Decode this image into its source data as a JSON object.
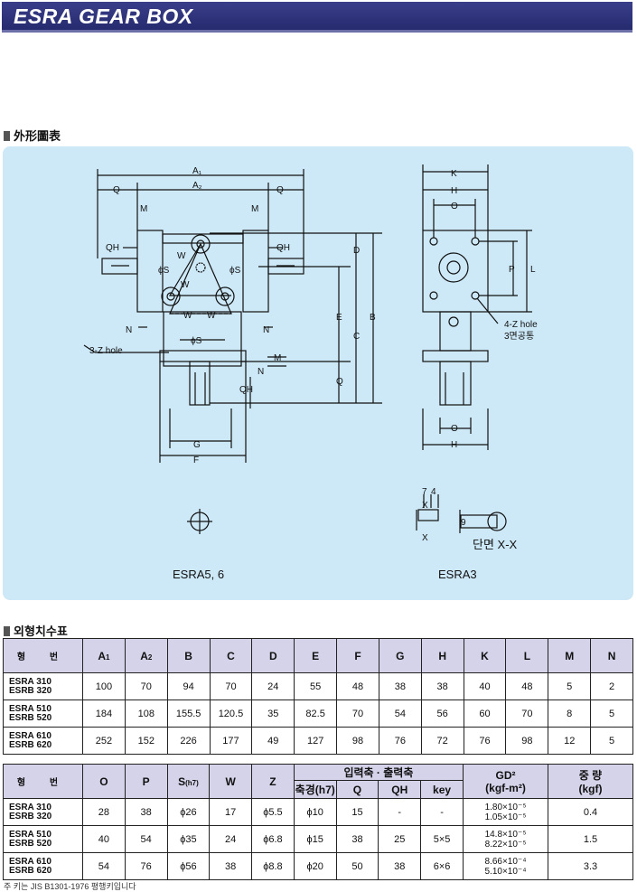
{
  "header": {
    "title": "ESRA GEAR BOX"
  },
  "sections": {
    "outline": "外形圖表",
    "dims_table": "외형치수표"
  },
  "drawing": {
    "left_caption": "ESRA5, 6",
    "right_caption": "ESRA3",
    "section_caption": "단면 X-X",
    "hole_note_left": "3-Z hole",
    "hole_note_right_1": "4-Z hole",
    "hole_note_right_2": "3면공통",
    "labels": {
      "A1": "A₁",
      "A2": "A₂",
      "Q": "Q",
      "M": "M",
      "QH": "QH",
      "W": "W",
      "S": "ϕS",
      "N": "N",
      "D": "D",
      "E": "E",
      "B": "B",
      "C": "C",
      "G": "G",
      "F": "F",
      "K": "K",
      "H": "H",
      "O": "O",
      "P": "P",
      "L": "L",
      "X": "X",
      "dim7": "7",
      "dim4": "4",
      "dim9": "9"
    }
  },
  "table1": {
    "headers": [
      "형 번",
      "A",
      "A",
      "B",
      "C",
      "D",
      "E",
      "F",
      "G",
      "H",
      "K",
      "L",
      "M",
      "N"
    ],
    "subs": [
      "",
      "1",
      "2",
      "",
      "",
      "",
      "",
      "",
      "",
      "",
      "",
      "",
      "",
      ""
    ],
    "rows": [
      {
        "m1": "ESRA 310",
        "m2": "ESRB 320",
        "v": [
          "100",
          "70",
          "94",
          "70",
          "24",
          "55",
          "48",
          "38",
          "38",
          "40",
          "48",
          "5",
          "2"
        ]
      },
      {
        "m1": "ESRA 510",
        "m2": "ESRB 520",
        "v": [
          "184",
          "108",
          "155.5",
          "120.5",
          "35",
          "82.5",
          "70",
          "54",
          "56",
          "60",
          "70",
          "8",
          "5"
        ]
      },
      {
        "m1": "ESRA 610",
        "m2": "ESRB 620",
        "v": [
          "252",
          "152",
          "226",
          "177",
          "49",
          "127",
          "98",
          "76",
          "72",
          "76",
          "98",
          "12",
          "5"
        ]
      }
    ]
  },
  "table2": {
    "h_model": "형 번",
    "h_O": "O",
    "h_P": "P",
    "h_S": "S",
    "h_S_sub": "(h7)",
    "h_W": "W",
    "h_Z": "Z",
    "h_io": "입력축 · 출력축",
    "h_dia": "축경(h7)",
    "h_Q": "Q",
    "h_QH": "QH",
    "h_key": "key",
    "h_gd1": "GD²",
    "h_gd2": "(kgf-m²)",
    "h_wt1": "중 량",
    "h_wt2": "(kgf)",
    "rows": [
      {
        "m1": "ESRA 310",
        "m2": "ESRB 320",
        "O": "28",
        "P": "38",
        "S": "ϕ26",
        "W": "17",
        "Z": "ϕ5.5",
        "dia": "ϕ10",
        "Q": "15",
        "QH": "-",
        "key": "-",
        "gd1": "1.80×10⁻⁵",
        "gd2": "1.05×10⁻⁵",
        "wt": "0.4"
      },
      {
        "m1": "ESRA 510",
        "m2": "ESRB 520",
        "O": "40",
        "P": "54",
        "S": "ϕ35",
        "W": "24",
        "Z": "ϕ6.8",
        "dia": "ϕ15",
        "Q": "38",
        "QH": "25",
        "key": "5×5",
        "gd1": "14.8×10⁻⁵",
        "gd2": "8.22×10⁻⁵",
        "wt": "1.5"
      },
      {
        "m1": "ESRA 610",
        "m2": "ESRB 620",
        "O": "54",
        "P": "76",
        "S": "ϕ56",
        "W": "38",
        "Z": "ϕ8.8",
        "dia": "ϕ20",
        "Q": "50",
        "QH": "38",
        "key": "6×6",
        "gd1": "8.66×10⁻⁴",
        "gd2": "5.10×10⁻⁴",
        "wt": "3.3"
      }
    ]
  },
  "footnote": "주 키는 JIS B1301-1976 평행키입니다"
}
